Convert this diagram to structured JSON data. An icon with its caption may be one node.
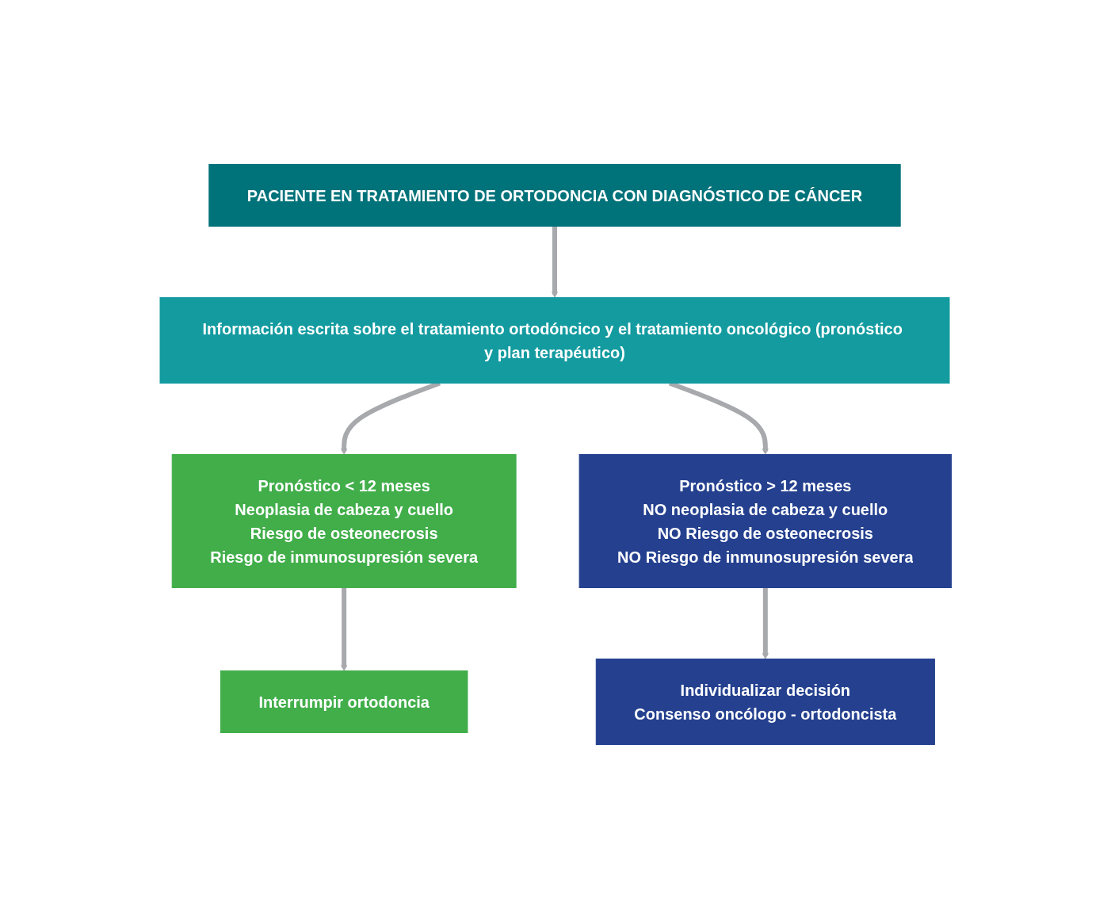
{
  "diagram": {
    "nodes": [
      {
        "text": [
          "PACIENTE EN TRATAMIENTO DE ORTODONCIA CON DIAGNÓSTICO DE CÁNCER"
        ]
      },
      {
        "text": [
          "Información escrita sobre el tratamiento ortodóncico y el tratamiento oncológico (pronóstico y plan terapéutico)"
        ]
      },
      {
        "text": [
          "Pronóstico < 12 meses",
          "Neoplasia de cabeza y cuello",
          "Riesgo de osteonecrosis",
          "Riesgo de inmunosupresión severa"
        ]
      },
      {
        "text": [
          "Pronóstico > 12 meses",
          "NO neoplasia de cabeza y cuello",
          "NO Riesgo de osteonecrosis",
          "NO Riesgo de inmunosupresión severa"
        ]
      },
      {
        "text": [
          "Interrumpir ortodoncia"
        ]
      },
      {
        "text": [
          "Individualizar decisión",
          "Consenso oncólogo - ortodoncista"
        ]
      }
    ],
    "edges": [
      {
        "from": 0,
        "to": 1,
        "arrow": "to"
      },
      {
        "from": 1,
        "to": 2,
        "arrow": "to"
      },
      {
        "from": 1,
        "to": 3,
        "arrow": "to"
      },
      {
        "from": 2,
        "to": 4,
        "arrow": "to"
      },
      {
        "from": 3,
        "to": 5,
        "arrow": "to"
      }
    ]
  }
}
